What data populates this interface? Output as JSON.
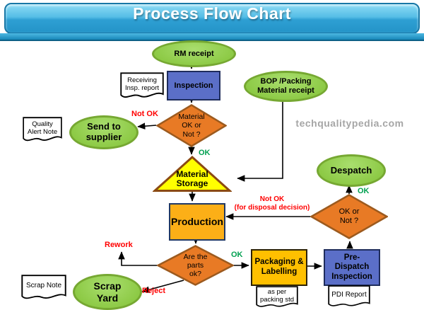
{
  "title": "Process Flow Chart",
  "watermark": "techqualitypedia.com",
  "colors": {
    "banner_blue": "#2e9fd3",
    "node_green_fill": "#92d050",
    "node_green_border": "#76a832",
    "process_blue": "#5b6fc8",
    "diamond_orange": "#e87a25",
    "diamond_border": "#9c5a1e",
    "triangle_yellow": "#ffff00",
    "production_gold": "#fcaf17",
    "packaging_gold": "#ffc000",
    "label_red": "#ff0000",
    "label_green": "#00a050",
    "watermark_gray": "#a6a6a6"
  },
  "nodes": {
    "rm_receipt": {
      "label": "RM receipt"
    },
    "receiving_report": {
      "label": "Receiving\nInsp. report"
    },
    "inspection": {
      "label": "Inspection"
    },
    "bop_receipt": {
      "label": "BOP /Packing\nMaterial receipt"
    },
    "quality_alert_note": {
      "label": "Quality\nAlert Note"
    },
    "send_to_supplier": {
      "label": "Send to\nsupplier"
    },
    "material_ok_decision": {
      "label": "Material\nOK or\nNot ?"
    },
    "material_storage": {
      "label": "Material\nStorage"
    },
    "despatch": {
      "label": "Despatch"
    },
    "production": {
      "label": "Production"
    },
    "ok_or_not_decision": {
      "label": "OK or\nNot ?"
    },
    "parts_ok_decision": {
      "label": "Are the\nparts\nok?"
    },
    "packaging_labelling": {
      "label": "Packaging &\nLabelling"
    },
    "pre_dispatch_inspection": {
      "label": "Pre-\nDispatch\nInspection"
    },
    "as_per_packing_std": {
      "label": "as per\npacking std"
    },
    "pdi_report": {
      "label": "PDI Report"
    },
    "scrap_note": {
      "label": "Scrap Note"
    },
    "scrap_yard": {
      "label": "Scrap\nYard"
    }
  },
  "edge_labels": {
    "not_ok_supplier": "Not OK",
    "ok_storage": "OK",
    "ok_despatch": "OK",
    "not_ok_disposal": "Not OK\n(for disposal decision)",
    "ok_packaging": "OK",
    "rework": "Rework",
    "reject": "Reject"
  }
}
